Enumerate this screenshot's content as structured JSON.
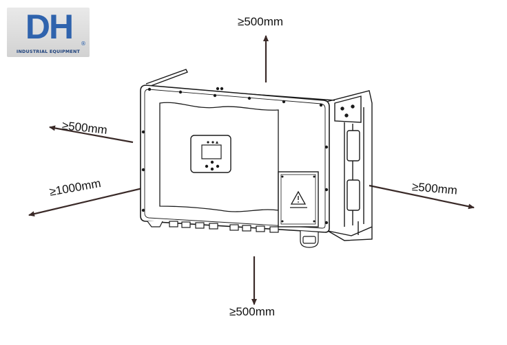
{
  "logo": {
    "mark": "DH",
    "registered": "®",
    "subtitle": "INDUSTRIAL EQUIPMENT"
  },
  "clearances": {
    "top": "≥500mm",
    "left_upper": "≥500mm",
    "left_lower": "≥1000mm",
    "right": "≥500mm",
    "bottom": "≥500mm"
  },
  "colors": {
    "arrow": "#3a2a28",
    "line": "#1a1a1a",
    "logo_blue": "#2f63ad"
  },
  "icons": {
    "warning": "warning-triangle-icon"
  }
}
